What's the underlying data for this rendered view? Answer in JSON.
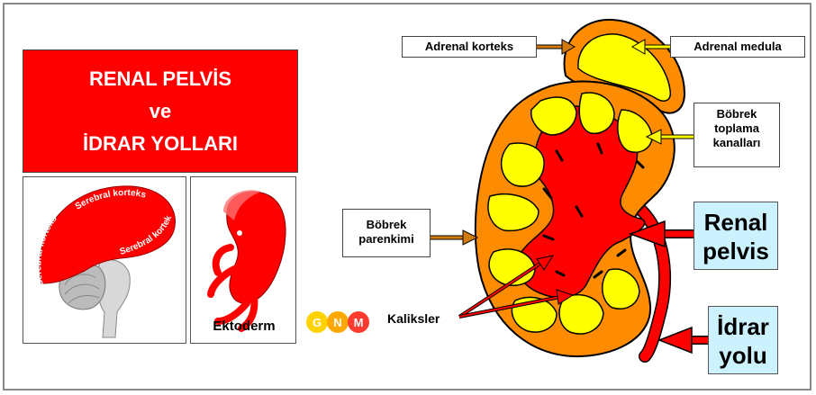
{
  "title": {
    "line1": "RENAL PELVİS",
    "line2": "ve",
    "line3": "İDRAR YOLLARI"
  },
  "brain_labels": [
    "Serebral korteks",
    "Serebral korteks",
    "Serebral korteks"
  ],
  "embryo_label": "Ektoderm",
  "logo": {
    "letters": [
      "G",
      "N",
      "M"
    ]
  },
  "labels": {
    "adrenal_korteks": "Adrenal korteks",
    "adrenal_medula": "Adrenal medula",
    "bobrek_toplama": [
      "Böbrek",
      "toplama",
      "kanalları"
    ],
    "bobrek_parenkimi": [
      "Böbrek",
      "parenkimi"
    ],
    "renal_pelvis": [
      "Renal",
      "pelvis"
    ],
    "idrar_yolu": [
      "İdrar",
      "yolu"
    ],
    "kaliksler": "Kaliksler"
  },
  "colors": {
    "red": "#ff0000",
    "orange": "#ff8c00",
    "yellow": "#ffff00",
    "light_blue": "#ccf2ff"
  }
}
